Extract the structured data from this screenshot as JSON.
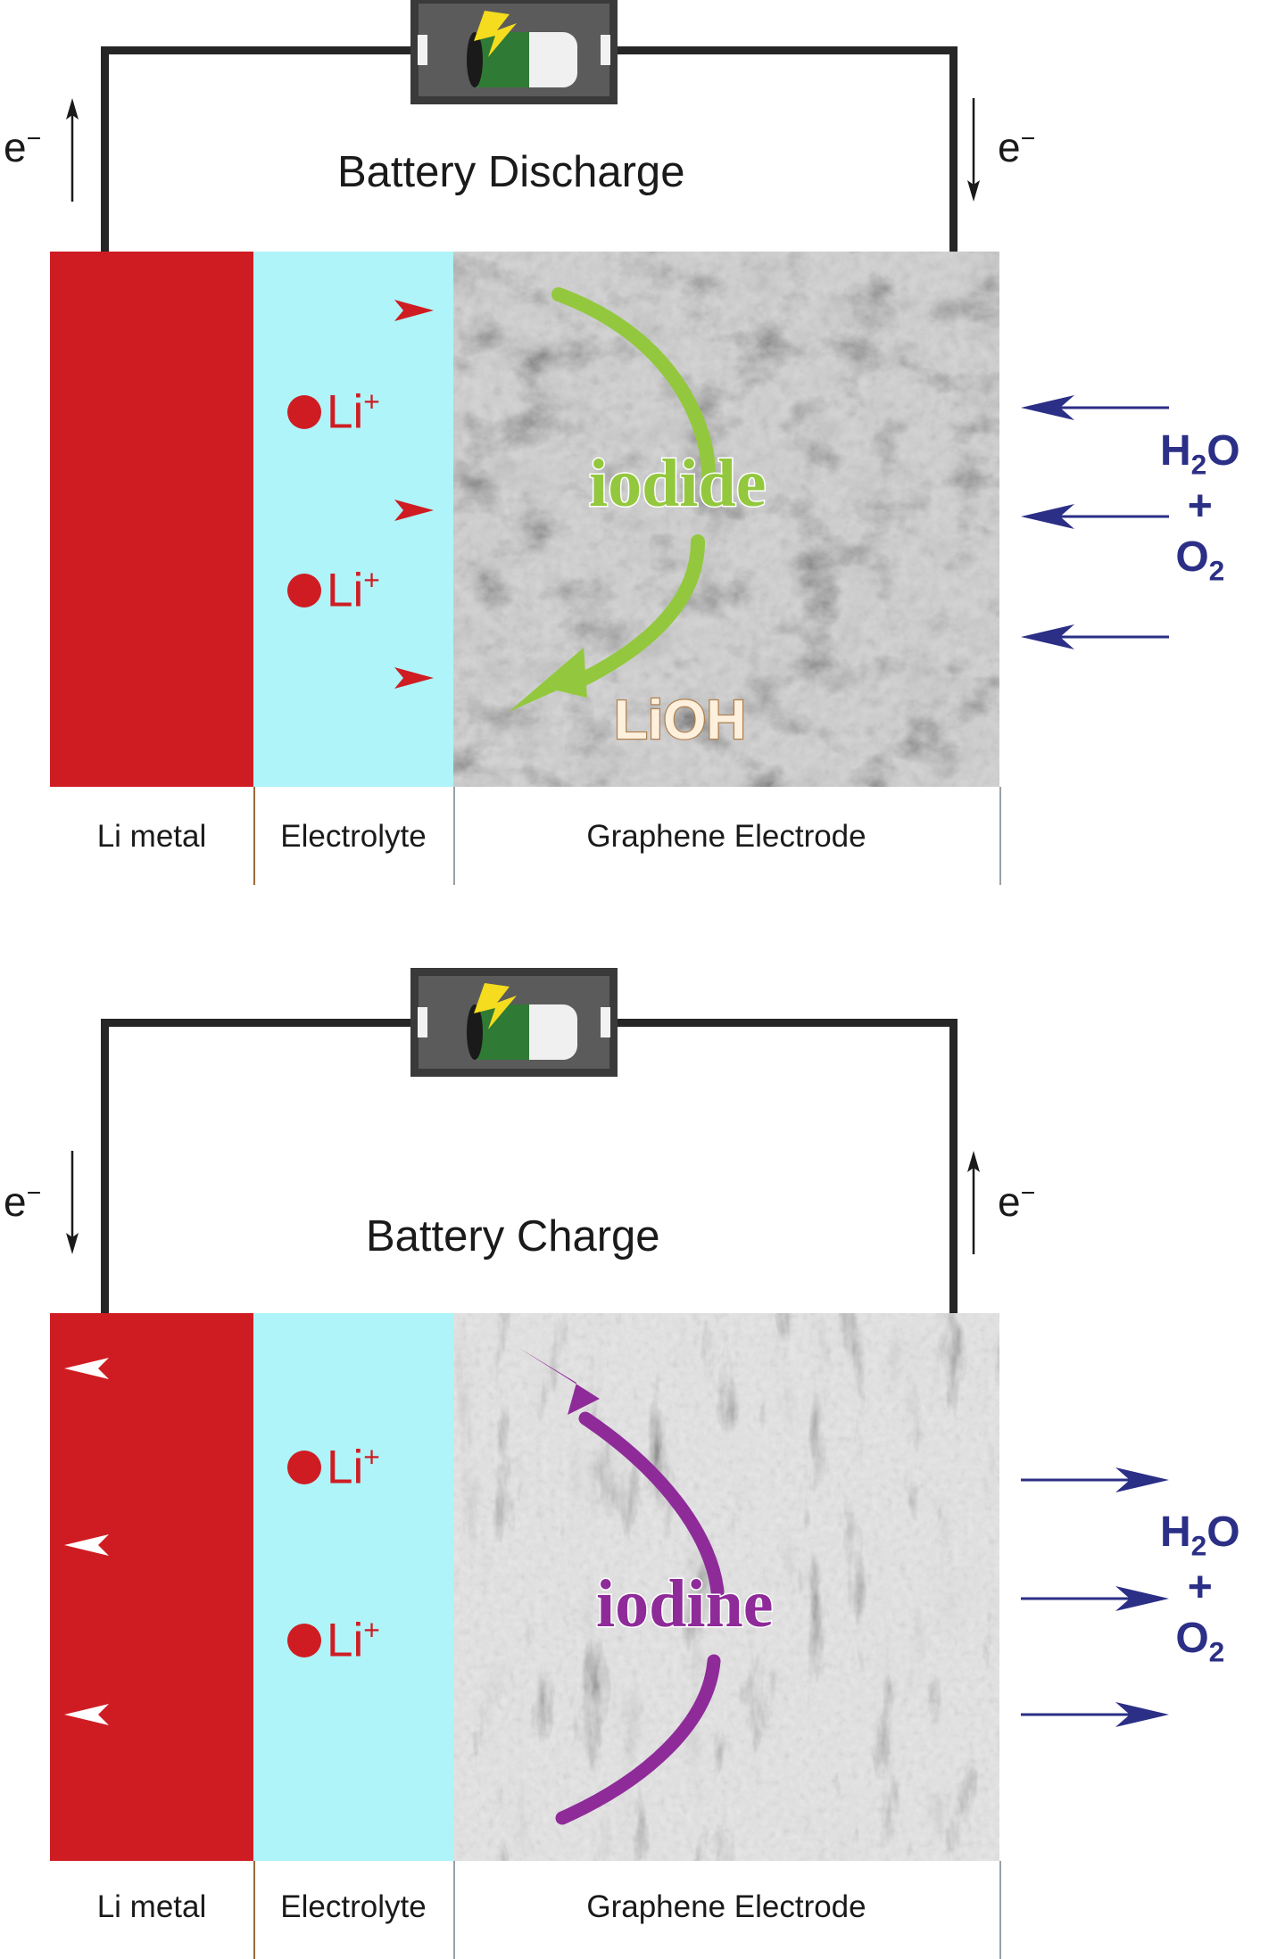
{
  "figure": {
    "type": "schematic-diagram",
    "subject": "Li-O2 battery with graphene electrode and iodide redox mediator"
  },
  "panels": [
    {
      "id": "discharge",
      "title": "Battery Discharge",
      "electron_left": {
        "label": "e",
        "charge": "−",
        "direction": "up"
      },
      "electron_right": {
        "label": "e",
        "charge": "−",
        "direction": "down"
      },
      "battery": {
        "name": "battery-icon",
        "state": "discharging"
      },
      "ion_arrow_direction": "right",
      "ion_arrow_count": 3,
      "ions": [
        {
          "label": "Li",
          "charge": "+"
        },
        {
          "label": "Li",
          "charge": "+"
        }
      ],
      "species_primary": {
        "text": "iodide",
        "color": "#93c83e",
        "arrow": "curved-down-left"
      },
      "species_secondary": {
        "text": "LiOH",
        "color": "#fdf0dc",
        "outline": "#b08050"
      },
      "gas": {
        "line1": "H",
        "sub1": "2",
        "line1b": "O",
        "plus": "+",
        "line2": "O",
        "sub2": "2",
        "color": "#2b2f86"
      },
      "gas_arrow_direction": "left",
      "gas_arrow_count": 3,
      "layers": [
        {
          "name": "Li metal",
          "color": "#cf1c23"
        },
        {
          "name": "Electrolyte",
          "color": "#aef4f8"
        },
        {
          "name": "Graphene Electrode",
          "color": "#4a4a4a"
        }
      ]
    },
    {
      "id": "charge",
      "title": "Battery Charge",
      "electron_left": {
        "label": "e",
        "charge": "−",
        "direction": "down"
      },
      "electron_right": {
        "label": "e",
        "charge": "−",
        "direction": "up"
      },
      "battery": {
        "name": "battery-icon",
        "state": "charging"
      },
      "ion_arrow_direction": "left",
      "ion_arrow_count": 3,
      "ions": [
        {
          "label": "Li",
          "charge": "+"
        },
        {
          "label": "Li",
          "charge": "+"
        }
      ],
      "species_primary": {
        "text": "iodine",
        "color": "#8e2b99",
        "arrow": "curved-up-left"
      },
      "gas": {
        "line1": "H",
        "sub1": "2",
        "line1b": "O",
        "plus": "+",
        "line2": "O",
        "sub2": "2",
        "color": "#2b2f86"
      },
      "gas_arrow_direction": "right",
      "gas_arrow_count": 3,
      "layers": [
        {
          "name": "Li metal",
          "color": "#cf1c23"
        },
        {
          "name": "Electrolyte",
          "color": "#aef4f8"
        },
        {
          "name": "Graphene Electrode",
          "color": "#4a4a4a"
        }
      ]
    }
  ],
  "colors": {
    "li_metal": "#cf1c23",
    "electrolyte": "#aef4f8",
    "wire": "#262626",
    "gas_blue": "#2b2f86",
    "iodide_green": "#93c83e",
    "iodine_purple": "#8e2b99",
    "battery_green": "#2f7a34",
    "bolt_yellow": "#f5dc1e"
  }
}
